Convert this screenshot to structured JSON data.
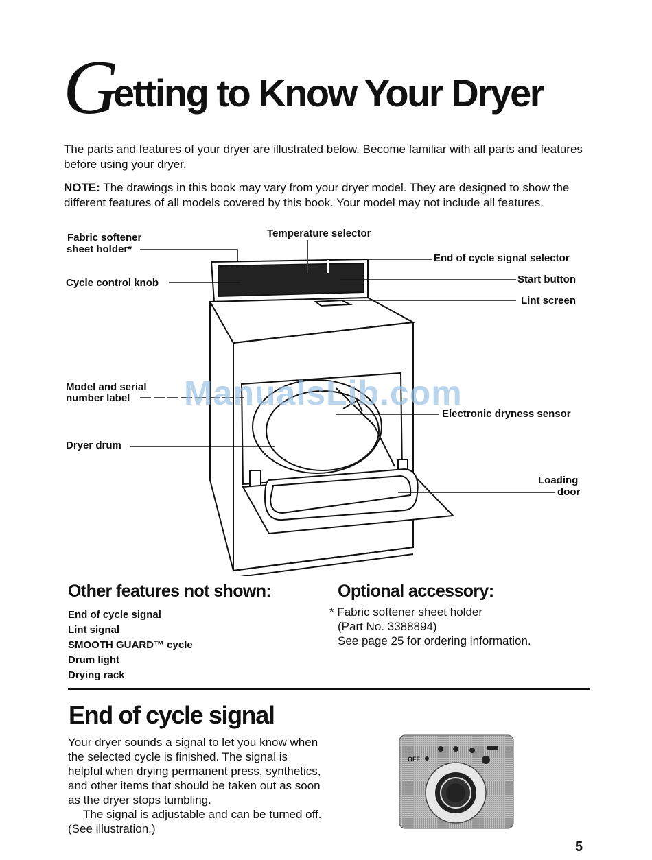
{
  "title": {
    "initial": "G",
    "rest": "etting to Know Your Dryer"
  },
  "intro": "The parts and features of your dryer are illustrated below. Become familiar with all parts and features before using your dryer.",
  "note": {
    "label": "NOTE:",
    "text": " The drawings in this book may vary from your dryer model. They are designed to show the different features of all models covered by this book. Your model may not include all features."
  },
  "diagram_labels": {
    "fabric_softener_1": "Fabric softener",
    "fabric_softener_2": "sheet holder*",
    "temperature_selector": "Temperature selector",
    "end_of_cycle_selector": "End of cycle signal selector",
    "cycle_control_knob": "Cycle control knob",
    "start_button": "Start button",
    "lint_screen": "Lint screen",
    "model_serial_1": "Model and serial",
    "model_serial_2": "number label",
    "electronic_dryness_sensor": "Electronic dryness sensor",
    "dryer_drum": "Dryer drum",
    "loading_door_1": "Loading",
    "loading_door_2": "door"
  },
  "watermark": "ManualsLib.com",
  "other_features": {
    "heading": "Other features not shown:",
    "items": [
      "End of cycle signal",
      "Lint signal",
      "SMOOTH GUARD™ cycle",
      "Drum light",
      "Drying rack"
    ]
  },
  "optional_accessory": {
    "heading": "Optional accessory:",
    "line1": "* Fabric softener sheet holder",
    "line2": "(Part No. 3388894)",
    "line3": "See page 25 for ordering information."
  },
  "section": {
    "heading": "End of cycle signal",
    "para1": "Your dryer sounds a signal to let you know when the selected cycle is finished. The signal is helpful when drying permanent press, synthetics, and other items that should be taken out as soon as the dryer stops tumbling.",
    "para2": "The signal is adjustable and can be turned off. (See illustration.)",
    "control_label": "OFF"
  },
  "page_number": "5"
}
